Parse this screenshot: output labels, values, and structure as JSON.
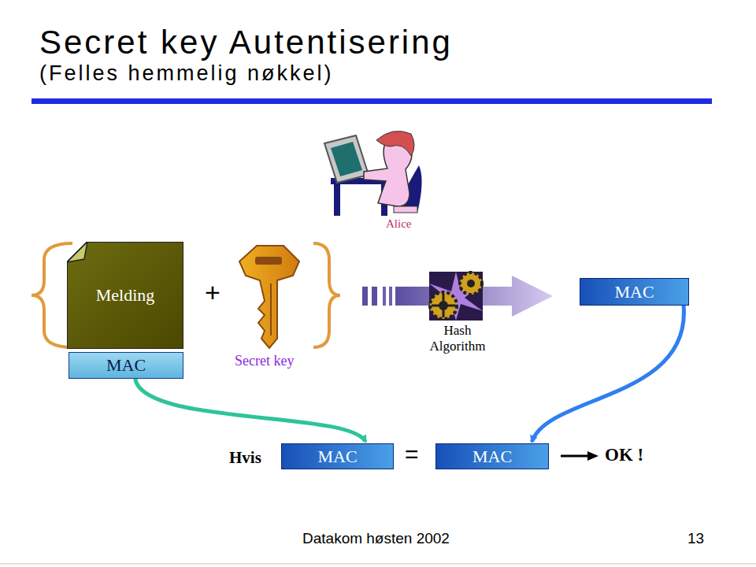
{
  "diagram": {
    "title": "Secret key Autentisering",
    "nodes": [
      {
        "text": [
          "Melding"
        ]
      },
      {
        "text": [
          "MAC"
        ]
      },
      {
        "text": [
          "MAC"
        ]
      },
      {
        "text": [
          "MAC"
        ]
      },
      {
        "text": [
          "MAC"
        ]
      }
    ],
    "edges": [
      {
        "from": 1,
        "to": 3,
        "arrow": "to"
      },
      {
        "from": 2,
        "to": 4,
        "arrow": "to"
      }
    ],
    "labels": [
      "(Felles hemmelig nøkkel)",
      "Alice",
      "+",
      "Secret key",
      "Hash Algorithm",
      "Hvis",
      "=",
      "OK !",
      "Datakom høsten 2002",
      "13"
    ]
  }
}
